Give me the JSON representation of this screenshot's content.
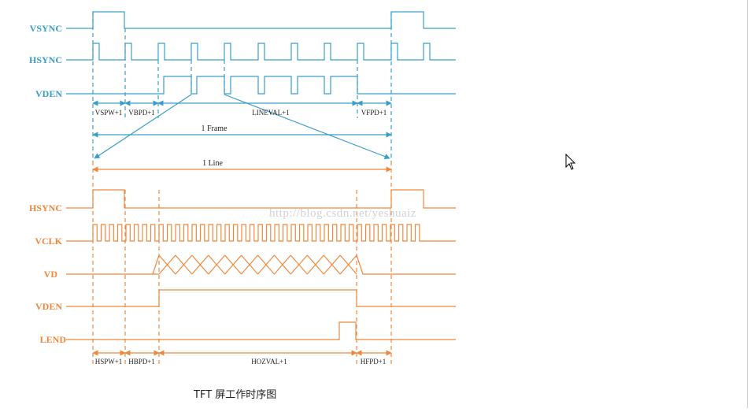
{
  "colors": {
    "vertical_timing": "#3a9ec9",
    "horizontal_timing": "#f0883c",
    "text": "#222222",
    "watermark": "#d2d2d2"
  },
  "vertical_timing": {
    "signals": [
      "VSYNC",
      "HSYNC",
      "VDEN"
    ],
    "segments": [
      "VSPW+1",
      "VBPD+1",
      "LINEVAL+1",
      "VFPD+1"
    ],
    "span_label": "1 Frame"
  },
  "horizontal_timing": {
    "span_label": "1 Line",
    "signals": [
      "HSYNC",
      "VCLK",
      "VD",
      "VDEN",
      "LEND"
    ],
    "segments": [
      "HSPW+1",
      "HBPD+1",
      "HOZVAL+1",
      "HFPD+1"
    ]
  },
  "watermark": "http://blog.csdn.net/yeshuaiz",
  "caption": "TFT 屏工作时序图",
  "cursor_icon": "mouse-pointer-icon"
}
